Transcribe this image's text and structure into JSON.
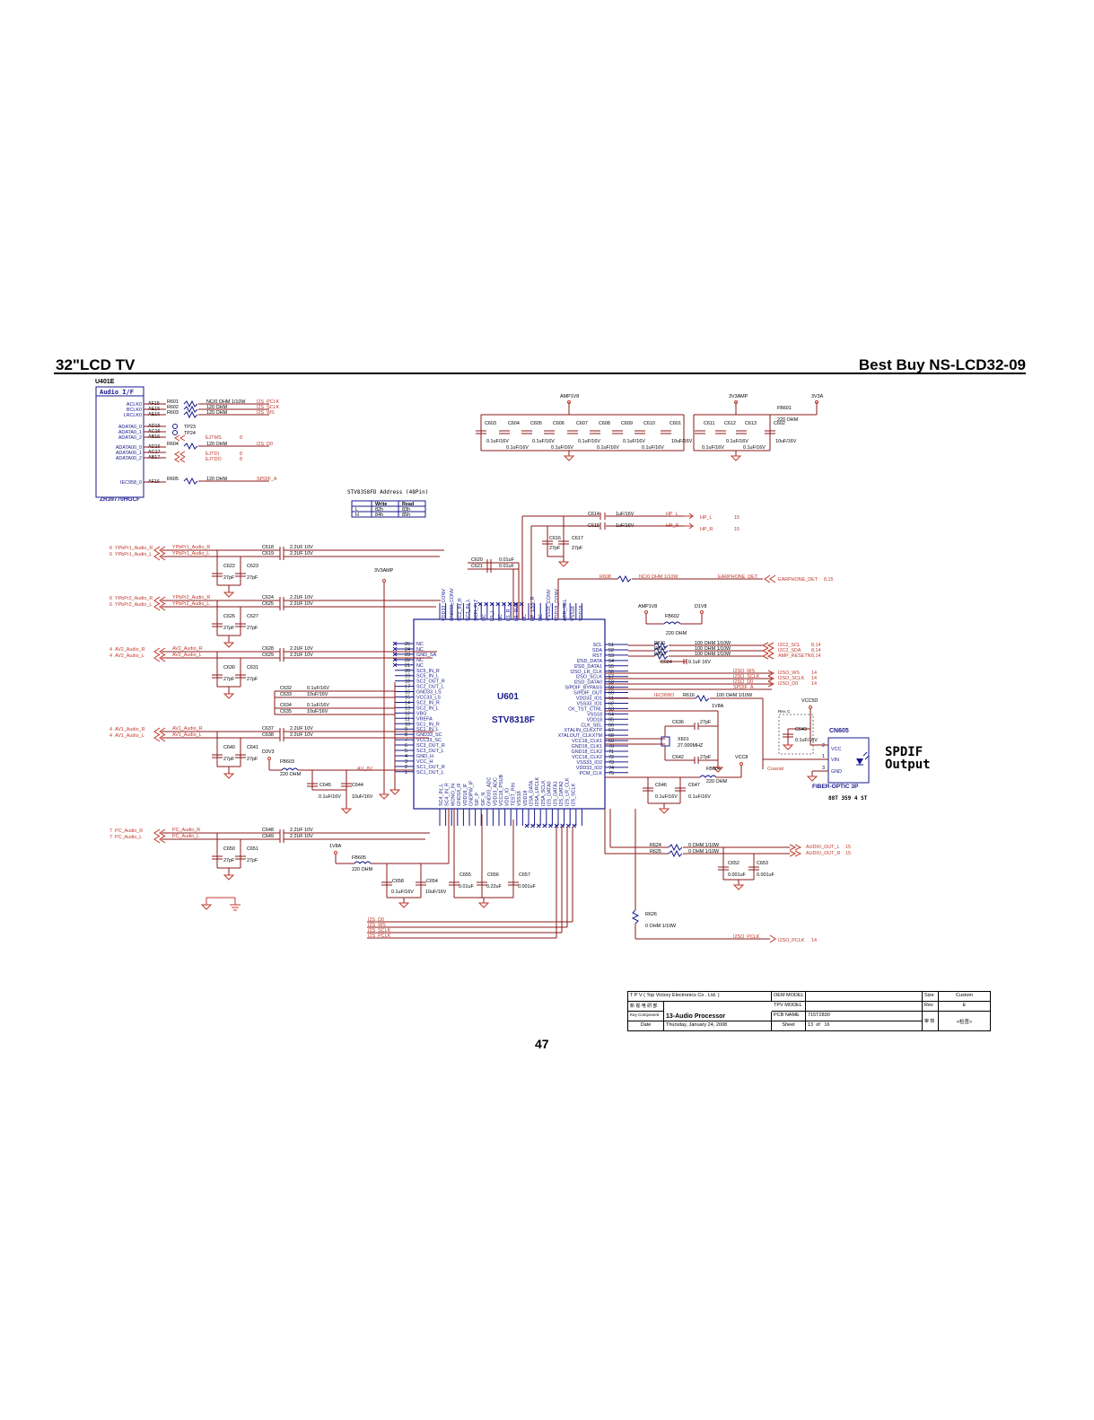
{
  "header": {
    "left_title": "32\"LCD TV",
    "right_title": "Best Buy NS-LCD32-09"
  },
  "page_number": "47",
  "blocks": {
    "u401e": {
      "ref": "U401E",
      "title": "Audio I/F",
      "part": "ZR39770HGCF"
    },
    "u601": {
      "ref": "U601",
      "part": "STV8318F"
    },
    "spdif": {
      "title_line1": "SPDIF",
      "title_line2": "Output",
      "connector": "CN605",
      "part": "FIBER-OPTIC 3P",
      "note": "88T 359  4 ST"
    },
    "address_table": {
      "title": "STV8358FD Address (48Pin)",
      "headers": [
        "",
        "Write",
        "Read"
      ],
      "rows": [
        [
          "L",
          "82h",
          "83h"
        ],
        [
          "H",
          "84h",
          "85h"
        ]
      ]
    }
  },
  "u401_pins": [
    "ACLK0",
    "BCLK0",
    "LRCLK0",
    "ADATA0_0",
    "ADATA0_1",
    "ADATA0_2",
    "ADATA00_0",
    "ADATA00_1",
    "ADATA00_2",
    "IEC958_0"
  ],
  "u401_refs": [
    "AF15",
    "AE15",
    "AE16",
    "AD15",
    "AC16",
    "AB16",
    "AD16",
    "AC17",
    "AB17",
    "AF16"
  ],
  "u401_res": [
    "R601",
    "R602",
    "R603",
    "R604",
    "R605"
  ],
  "u401_vals": [
    "NC/0 OHM 1/10W",
    "120 OHM",
    "120 OHM",
    "120 OHM",
    "120 OHM"
  ],
  "u401_nets": [
    "I2S_PCLK",
    "I2S_SCLK",
    "I2S_WS",
    "I2S_D0",
    "SPDIF_A"
  ],
  "u401_test": [
    "TP23",
    "TP24",
    "EJTMS",
    "EJTDI",
    "EJTDO"
  ],
  "power_nets": [
    "AMP1V8",
    "3V3AMP",
    "3V3A",
    "D1V8",
    "1V8A",
    "VCC5D",
    "VCC8",
    "D3V3",
    "AU_8V"
  ],
  "decoupling_top": {
    "refs": [
      "C603",
      "C604",
      "C605",
      "C606",
      "C607",
      "C608",
      "C609",
      "C610",
      "C601",
      "C611",
      "C612",
      "C613",
      "C602"
    ],
    "values": [
      "0.1uF/16V",
      "0.1uF/16V",
      "0.1uF/16V",
      "0.1uF/16V",
      "0.1uF/16V",
      "0.1uF/16V",
      "0.1uF/16V",
      "0.1uF/16V",
      "10uF/16V",
      "0.1uF/16V",
      "0.1uF/16V",
      "0.1uF/16V",
      "10uF/16V"
    ],
    "ferrite": "FB601",
    "ferrite_val": "220 OHM"
  },
  "inputs": [
    {
      "num": "6",
      "l": "YPbPr1_Audio_R",
      "r": "YPbPr1_Audio_L",
      "caps": [
        "C618",
        "C619"
      ],
      "shunt": [
        "C622",
        "C623"
      ]
    },
    {
      "num": "6",
      "l": "YPbPr2_Audio_R",
      "r": "YPbPr2_Audio_L",
      "caps": [
        "C624",
        "C625"
      ],
      "shunt": [
        "C626",
        "C627"
      ]
    },
    {
      "num": "4",
      "l": "AV2_Audio_R",
      "r": "AV2_Audio_L",
      "caps": [
        "C628",
        "C629"
      ],
      "shunt": [
        "C630",
        "C631"
      ]
    },
    {
      "num": "4",
      "l": "AV1_Audio_R",
      "r": "AV1_Audio_L",
      "caps": [
        "C637",
        "C638"
      ],
      "shunt": [
        "C640",
        "C641"
      ]
    },
    {
      "num": "7",
      "l": "PC_Audio_R",
      "r": "PC_Audio_L",
      "caps": [
        "C648",
        "C649"
      ],
      "shunt": [
        "C650",
        "C651"
      ]
    }
  ],
  "couple_val": "2.2UF 10V",
  "shunt_val": "27pF",
  "u601_left_pins": [
    "NC",
    "NC",
    "GND_SA",
    "NC",
    "NC",
    "SC5_IN_R",
    "SC5_IN_L",
    "SC2_OUT_R",
    "SC2_OUT_L",
    "GND33_LS",
    "VCC33_LS",
    "SC2_IN_R",
    "SC2_IN_L",
    "VBG",
    "VREFA",
    "SC1_IN_R",
    "SC1_IN_L",
    "GND33_SC",
    "VCC33_SC",
    "SC3_OUT_R",
    "SC3_OUT_L",
    "GND_H",
    "VCC_H",
    "SC1_OUT_R",
    "SC1_OUT_L"
  ],
  "u601_left_nums": [
    "25",
    "24",
    "23",
    "22",
    "21",
    "20",
    "19",
    "18",
    "17",
    "16",
    "15",
    "14",
    "13",
    "12",
    "11",
    "10",
    "9",
    "8",
    "7",
    "6",
    "5",
    "4",
    "3",
    "2",
    "1"
  ],
  "u601_right_pins": [
    "SCL",
    "SDA",
    "RST",
    "I2SD_DATA",
    "I2SD_DATA1",
    "I2SO_LR_CLK",
    "I2SO_SCLK",
    "I2SD_DATA0",
    "S/PDIF_BYPASS",
    "S/PDIF_OUT",
    "VDD33_IO1",
    "VSS33_IO1",
    "CK_TST_CTRL",
    "VSS18",
    "VDD18",
    "CLK_SEL",
    "XTALIN_CLKXTP",
    "XTALOUT_CLKXTM",
    "VCC18_CLK1",
    "GND18_CLK1",
    "GND18_CLK2",
    "VCC18_CLK2",
    "VSS33_IO2",
    "VDD33_IO2",
    "PCM_CLK"
  ],
  "u601_right_nums": [
    "51",
    "52",
    "53",
    "54",
    "55",
    "56",
    "57",
    "58",
    "59",
    "60",
    "61",
    "62",
    "63",
    "64",
    "65",
    "66",
    "67",
    "68",
    "69",
    "70",
    "71",
    "72",
    "73",
    "74",
    "75"
  ],
  "u601_top_pins": [
    "VDD33_CONV",
    "GND33_CONV",
    "SC2_IN_R",
    "SC3_IN_L",
    "SCFI_FLT",
    "NC",
    "LS_L",
    "NC",
    "LS_R",
    "LS_SUB",
    "NC",
    "HP_LSS_R",
    "NC",
    "VSS18_CONV",
    "VDD18_CONV",
    "ADR_SEL",
    "VSS18",
    "VDD18"
  ],
  "u601_bottom_pins": [
    "SC4_IN_L",
    "SC4_IN_R",
    "MONO_IN",
    "GND18_IF",
    "VDD18_IF",
    "GNDPW_IF",
    "SIF_P",
    "SIF_N",
    "GND33_ADC",
    "VDD33_ADC",
    "VCC18_PSUB",
    "VDD_IO",
    "TEST_PIN",
    "VSS18",
    "VDD18",
    "I2SA_DATA",
    "I2SA_LRCLK",
    "I2SA_SCLK",
    "I2S_DATA0",
    "I2S_DATA1",
    "I2S_DATA2",
    "I2S_LR_CLK",
    "I2S_SCLK"
  ],
  "u601_right_nets": [
    {
      "res": "R611",
      "val": "100 OHM 1/10W",
      "net": "I2C2_SCL",
      "ref": "8,14"
    },
    {
      "res": "R612",
      "val": "100 OHM 1/10W",
      "net": "I2C2_SDA",
      "ref": "8,14"
    },
    {
      "res": "R613",
      "val": "100 OHM 1/10W",
      "net": "AMP_RESETN",
      "ref": "8,14"
    }
  ],
  "i2so_nets": [
    "I2SO_WS",
    "I2SO_SCLK",
    "I2SO_D0",
    "SPDIF_A"
  ],
  "i2so_refs": [
    "14",
    "14",
    "14"
  ],
  "hp": [
    {
      "cap": "C614",
      "val": "1uF/16V",
      "net": "HP_L",
      "ref": "15"
    },
    {
      "cap": "C615",
      "val": "1uF/16V",
      "net": "HP_R",
      "ref": "15"
    }
  ],
  "hp_shunt": [
    "C616",
    "C617"
  ],
  "c620": {
    "refs": [
      "C620",
      "C621"
    ],
    "val": "0.01uF"
  },
  "earphone": {
    "res": "R608",
    "val": "NC/0 OHM 1/10W",
    "net": "EARPHONE_DET",
    "ref": "8,15"
  },
  "fb602": {
    "ref": "FB602",
    "val": "220 OHM"
  },
  "c684": {
    "ref": "C684",
    "val": "0.1uF 16V"
  },
  "iec": {
    "net": "IEC958O",
    "res": "R616",
    "val": "100 OHM 1/10W"
  },
  "xtal": {
    "ref": "X601",
    "val": "27.000MHZ",
    "caps": [
      "C636",
      "C642"
    ],
    "cap_val": "27pF"
  },
  "fb604": {
    "ref": "FB604",
    "val": "220 OHM"
  },
  "c646": {
    "refs": [
      "C646",
      "C647"
    ],
    "val": "0.1uF/16V"
  },
  "c643": {
    "ref": "C643",
    "val": "0.1uF/16V",
    "rev": "Rev. C"
  },
  "spdif_pins": [
    "VCC",
    "VIN",
    "GND"
  ],
  "spdif_nums": [
    "2",
    "1",
    "3"
  ],
  "coaxial": "Coaxial",
  "c632": {
    "refs": [
      "C632",
      "C633",
      "C634",
      "C635"
    ],
    "vals": [
      "0.1uF/16V",
      "10uF/16V",
      "0.1uF/16V",
      "10uF/16V"
    ]
  },
  "fb603": {
    "ref": "FB603",
    "val": "220 OHM"
  },
  "c645": {
    "refs": [
      "C645",
      "C644"
    ],
    "vals": [
      "0.1uF/16V",
      "10uF/16V"
    ]
  },
  "fb605": {
    "ref": "FB605",
    "val": "220 OHM"
  },
  "bottom_caps": [
    {
      "ref": "C658",
      "val": "0.1uF/16V"
    },
    {
      "ref": "C654",
      "val": "10uF/16V"
    },
    {
      "ref": "C655",
      "val": "0.01uF"
    },
    {
      "ref": "C656",
      "val": "0.22uF"
    },
    {
      "ref": "C657",
      "val": "0.001uF"
    }
  ],
  "audio_out": [
    {
      "res": "R624",
      "val": "0 OHM 1/10W",
      "net": "AUDIO_OUT_L",
      "ref": "15"
    },
    {
      "res": "R625",
      "val": "0 OHM 1/10W",
      "net": "AUDIO_OUT_R",
      "ref": "15"
    }
  ],
  "c652": {
    "refs": [
      "C652",
      "C653"
    ],
    "val": "0.001uF"
  },
  "r626": {
    "ref": "R626",
    "val": "0 OHM 1/10W"
  },
  "i2s_bottom": [
    "I2S_D0",
    "I2S_WS",
    "I2S_SCLK",
    "I2S_PCLK"
  ],
  "i2so_pclk": {
    "net": "I2SO_PCLK",
    "ref": "14"
  },
  "title_block": {
    "company": "T P V  ( Top  Victory  Electronics  Co .  Ltd. )",
    "oem_model_label": "OEM MODEL",
    "tpv_model_label": "TPV MODEL",
    "pcb_name_label": "PCB NAME",
    "key_component": "Key Component",
    "date_label": "Date",
    "sheet_label": "Sheet",
    "size_label": "Size",
    "size_val": "Custom",
    "rev_label": "Rev",
    "rev_val": "E",
    "drawing_title": "13-Audio Processor",
    "date_val": "Thursday, January 24, 2008",
    "pcb_val": "715T2830",
    "sheet_val": "13",
    "of": "of",
    "total": "16",
    "chinese_left": "新 视 电 研 部",
    "chinese_right": "<检查>",
    "chinese_box": "审 核"
  }
}
